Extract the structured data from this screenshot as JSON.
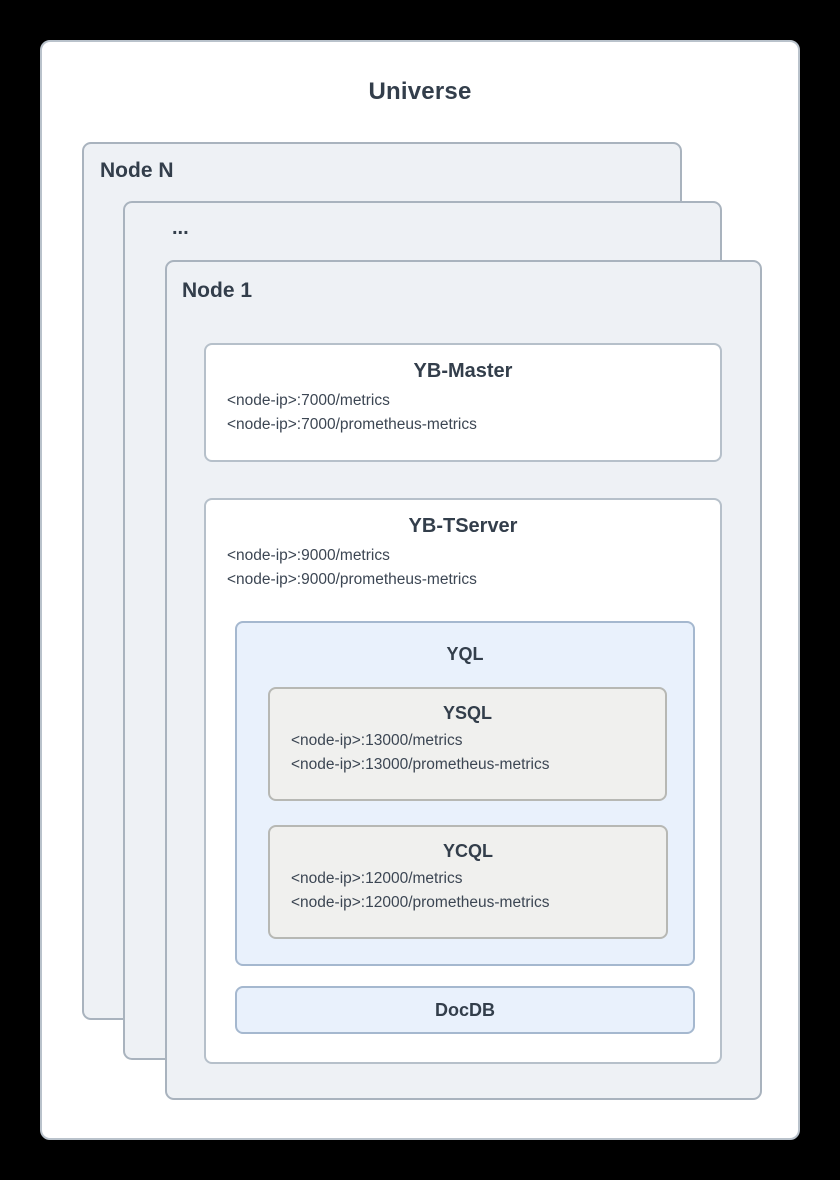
{
  "universe": {
    "title": "Universe"
  },
  "node_stack": {
    "node_n": {
      "label": "Node N"
    },
    "node_dots": {
      "label": "..."
    },
    "node_1": {
      "label": "Node 1"
    }
  },
  "yb_master": {
    "title": "YB-Master",
    "endpoints": [
      "<node-ip>:7000/metrics",
      "<node-ip>:7000/prometheus-metrics"
    ]
  },
  "yb_tserver": {
    "title": "YB-TServer",
    "endpoints": [
      "<node-ip>:9000/metrics",
      "<node-ip>:9000/prometheus-metrics"
    ],
    "yql": {
      "title": "YQL",
      "ysql": {
        "title": "YSQL",
        "endpoints": [
          "<node-ip>:13000/metrics",
          "<node-ip>:13000/prometheus-metrics"
        ]
      },
      "ycql": {
        "title": "YCQL",
        "endpoints": [
          "<node-ip>:12000/metrics",
          "<node-ip>:12000/prometheus-metrics"
        ]
      }
    },
    "docdb": {
      "title": "DocDB"
    }
  },
  "colors": {
    "page_background": "#000000",
    "card_background": "#ffffff",
    "node_background": "#eef1f5",
    "blue_box_background": "#e9f1fc",
    "gray_box_background": "#f0f0ee",
    "border": "#a9b3be",
    "text": "#333e4b"
  }
}
